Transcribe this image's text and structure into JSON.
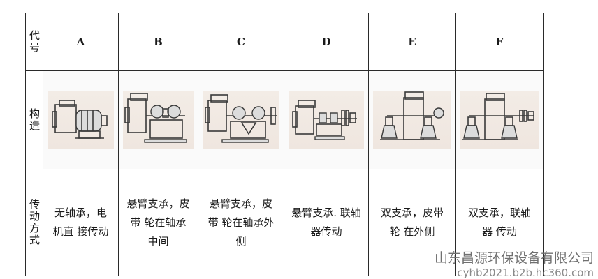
{
  "table": {
    "row_headers": {
      "code": "代号",
      "structure": "构造",
      "drive": "传动方式"
    },
    "columns": [
      {
        "code": "A",
        "icon": "fan-motor-direct-icon",
        "desc": [
          "无轴承，电",
          "机直 接传动"
        ]
      },
      {
        "code": "B",
        "icon": "fan-cantilever-belt-middle-icon",
        "desc": [
          "悬臂支承，皮",
          "带 轮在轴承",
          "中间"
        ]
      },
      {
        "code": "C",
        "icon": "fan-cantilever-belt-outer-icon",
        "desc": [
          "悬臂支承，皮",
          "带 轮在轴承外",
          "侧"
        ]
      },
      {
        "code": "D",
        "icon": "fan-cantilever-coupling-icon",
        "desc": [
          "悬臂支承. 联轴",
          "器传动"
        ]
      },
      {
        "code": "E",
        "icon": "fan-double-support-belt-outer-icon",
        "desc": [
          "双支承，皮带",
          "轮 在外侧"
        ]
      },
      {
        "code": "F",
        "icon": "fan-double-support-coupling-icon",
        "desc": [
          "双支承，联轴",
          "器 传动"
        ]
      }
    ]
  },
  "watermark": {
    "company": "山东昌源环保设备有限公司",
    "site": "cyhb2021.b2b.hc360.com"
  }
}
